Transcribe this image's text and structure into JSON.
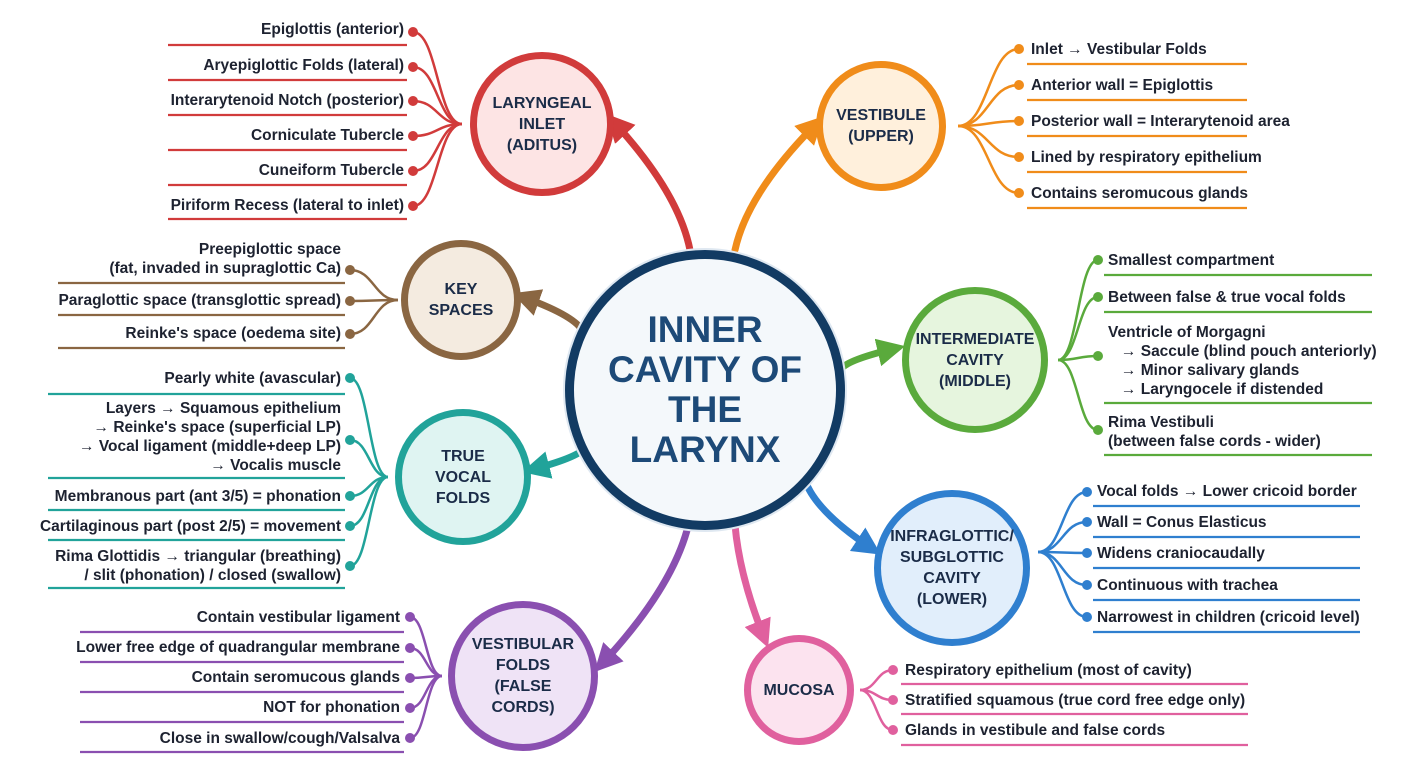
{
  "center": {
    "label": "INNER\nCAVITY OF\nTHE\nLARYNX"
  },
  "branches": [
    {
      "id": "laryngeal-inlet",
      "label": "LARYNGEAL\nINLET\n(ADITUS)",
      "color": "#d13b3b",
      "fill": "#fde4e4",
      "items": [
        "Epiglottis (anterior)",
        "Aryepiglottic Folds (lateral)",
        "Interarytenoid Notch (posterior)",
        "Corniculate Tubercle",
        "Cuneiform Tubercle",
        "Piriform Recess (lateral to inlet)"
      ]
    },
    {
      "id": "vestibule",
      "label": "VESTIBULE\n(UPPER)",
      "color": "#f08c1a",
      "fill": "#fff0dc",
      "items": [
        "Inlet → Vestibular Folds",
        "Anterior wall = Epiglottis",
        "Posterior wall = Interarytenoid area",
        "Lined by respiratory epithelium",
        "Contains seromucous glands"
      ]
    },
    {
      "id": "key-spaces",
      "label": "KEY\nSPACES",
      "color": "#8a6642",
      "fill": "#f4ebe0",
      "items": [
        "Preepiglottic space\n(fat, invaded in supraglottic Ca)",
        "Paraglottic space (transglottic spread)",
        "Reinke's space (oedema site)"
      ]
    },
    {
      "id": "intermediate-cavity",
      "label": "INTERMEDIATE\nCAVITY\n(MIDDLE)",
      "color": "#5aaa3c",
      "fill": "#e6f5de",
      "items": [
        "Smallest compartment",
        "Between false & true vocal folds",
        "Ventricle of Morgagni\n   → Saccule (blind pouch anteriorly)\n   → Minor salivary glands\n   → Laryngocele if distended",
        "Rima Vestibuli\n(between false cords - wider)"
      ]
    },
    {
      "id": "true-vocal-folds",
      "label": "TRUE\nVOCAL\nFOLDS",
      "color": "#21a39a",
      "fill": "#dff4f2",
      "items": [
        "Pearly white (avascular)",
        "Layers → Squamous epithelium\n→ Reinke's space (superficial LP)\n→ Vocal ligament (middle+deep LP)\n→ Vocalis muscle",
        "Membranous part (ant 3/5) = phonation",
        "Cartilaginous part (post 2/5) = movement",
        "Rima Glottidis → triangular (breathing)\n/ slit (phonation) / closed (swallow)"
      ]
    },
    {
      "id": "infraglottic-cavity",
      "label": "INFRAGLOTTIC/\nSUBGLOTTIC\nCAVITY\n(LOWER)",
      "color": "#2f7fcf",
      "fill": "#e1eefb",
      "items": [
        "Vocal folds → Lower cricoid border",
        "Wall = Conus Elasticus",
        "Widens craniocaudally",
        "Continuous with trachea",
        "Narrowest in children (cricoid level)"
      ]
    },
    {
      "id": "vestibular-folds",
      "label": "VESTIBULAR\nFOLDS\n(FALSE\nCORDS)",
      "color": "#8a4fb0",
      "fill": "#efe3f6",
      "items": [
        "Contain vestibular ligament",
        "Lower free edge of quadrangular membrane",
        "Contain seromucous glands",
        "NOT for phonation",
        "Close in swallow/cough/Valsalva"
      ]
    },
    {
      "id": "mucosa",
      "label": "MUCOSA",
      "color": "#e0609e",
      "fill": "#fce3ef",
      "items": [
        "Respiratory epithelium (most of cavity)",
        "Stratified squamous (true cord free edge only)",
        "Glands in vestibule and false cords"
      ]
    }
  ]
}
